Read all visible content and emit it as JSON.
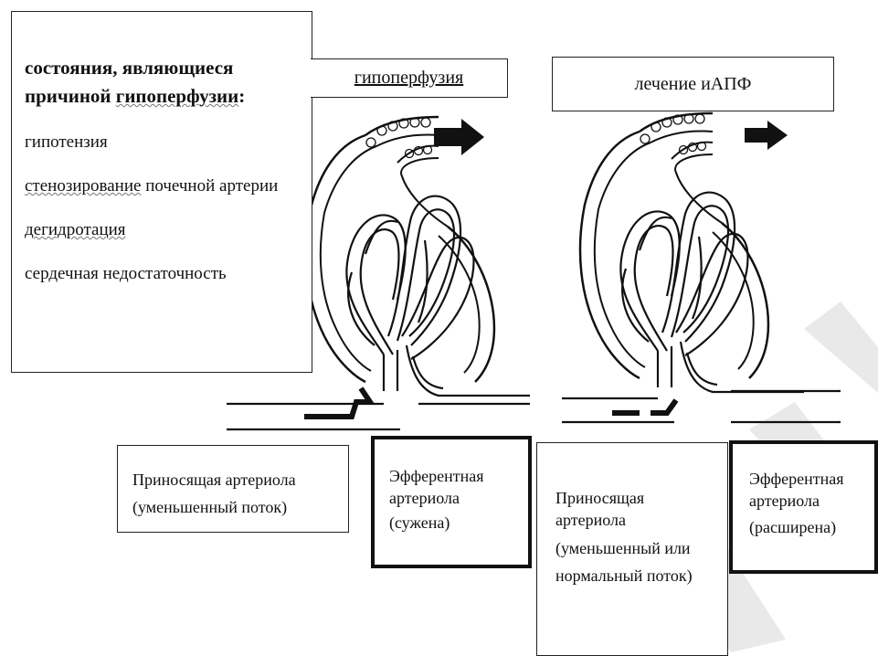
{
  "watermark": "БГМУ",
  "causes": {
    "title_part1": "состояния, являющиеся причиной ",
    "title_part2": "гипоперфузии",
    "title_colon": ":",
    "item1": "гипотензия",
    "item2_part1": "стенозирование",
    "item2_part2": " почечной артерии",
    "item3": "дегидротация",
    "item4": "сердечная недостаточность"
  },
  "left_panel": {
    "label": "гипоперфузия",
    "afferent_label": "Приносящая артериола",
    "afferent_note": "(уменьшенный поток)",
    "efferent_label": "Эфферентная артериола",
    "efferent_note": "(сужена)"
  },
  "right_panel": {
    "label": "лечение иАПФ",
    "afferent_label": "Приносящая артериола",
    "afferent_note": "(уменьшенный или нормальный поток)",
    "efferent_label": "Эфферентная артериола",
    "efferent_note": "(расширена)"
  }
}
